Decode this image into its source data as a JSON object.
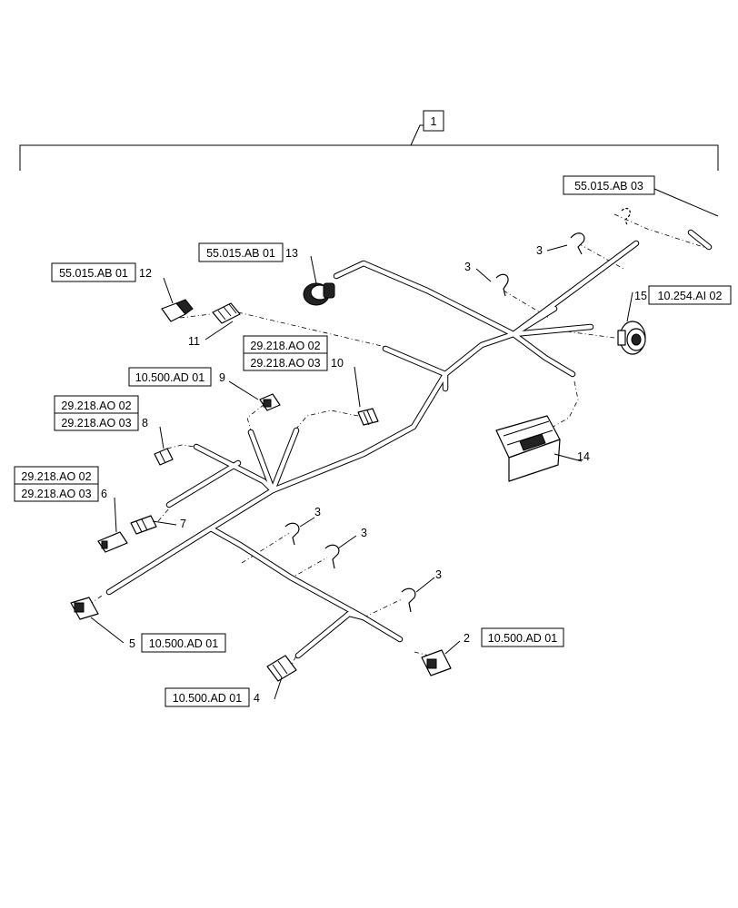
{
  "assembly": {
    "number": "1"
  },
  "refs": {
    "r_55015ab03": "55.015.AB 03",
    "r_55015ab01_13": "55.015.AB 01",
    "r_55015ab01_12": "55.015.AB 01",
    "r_10254ai02": "10.254.AI 02",
    "r_29218ao02_10": "29.218.AO 02",
    "r_29218ao03_10": "29.218.AO 03",
    "r_10500ad01_9": "10.500.AD 01",
    "r_29218ao02_8": "29.218.AO 02",
    "r_29218ao03_8": "29.218.AO 03",
    "r_29218ao02_6": "29.218.AO 02",
    "r_29218ao03_6": "29.218.AO 03",
    "r_10500ad01_5": "10.500.AD 01",
    "r_10500ad01_2": "10.500.AD 01",
    "r_10500ad01_4": "10.500.AD 01"
  },
  "items": {
    "n2": "2",
    "n3a": "3",
    "n3b": "3",
    "n3c": "3",
    "n3d": "3",
    "n3e": "3",
    "n4": "4",
    "n5": "5",
    "n6": "6",
    "n7": "7",
    "n8": "8",
    "n9": "9",
    "n10": "10",
    "n11": "11",
    "n12": "12",
    "n13": "13",
    "n14": "14",
    "n15": "15"
  }
}
